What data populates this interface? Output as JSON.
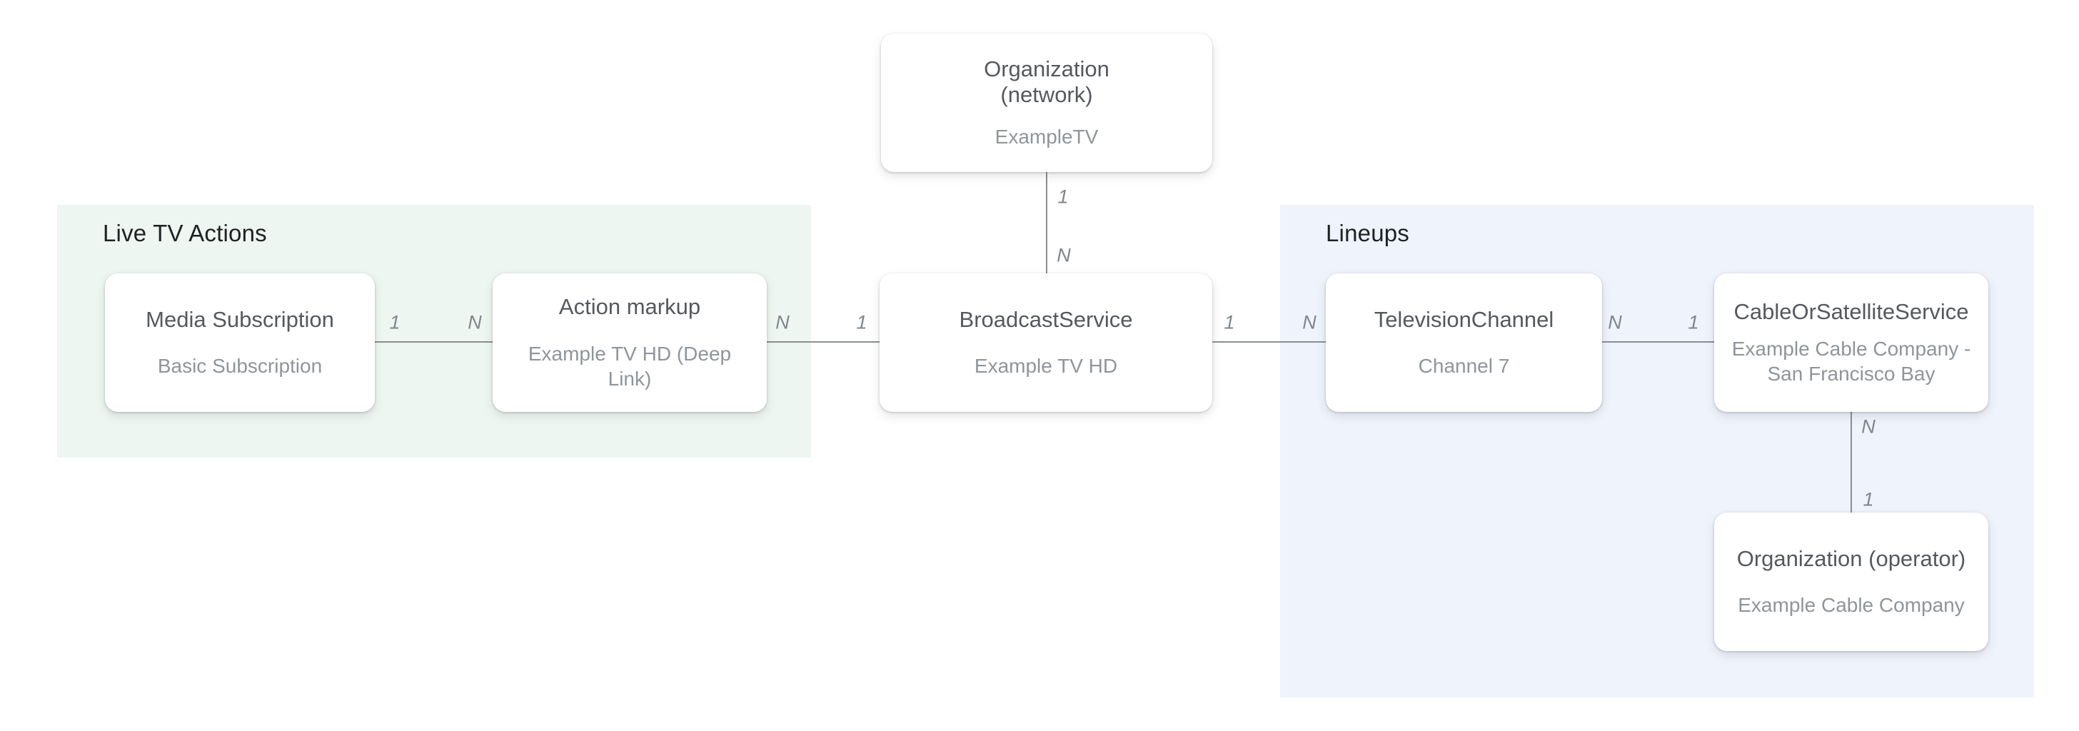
{
  "diagram": {
    "sections": [
      {
        "id": "live-tv-actions",
        "title": "Live TV Actions"
      },
      {
        "id": "lineups",
        "title": "Lineups"
      }
    ],
    "nodes": [
      {
        "id": "organization-network",
        "title_lines": [
          "Organization",
          "(network)"
        ],
        "subtitle": "ExampleTV"
      },
      {
        "id": "media-subscription",
        "title": "Media Subscription",
        "subtitle": "Basic Subscription"
      },
      {
        "id": "action-markup",
        "title": "Action markup",
        "subtitle": "Example TV HD (Deep Link)"
      },
      {
        "id": "broadcast-service",
        "title": "BroadcastService",
        "subtitle": "Example TV HD"
      },
      {
        "id": "television-channel",
        "title": "TelevisionChannel",
        "subtitle": "Channel 7"
      },
      {
        "id": "cable-or-satellite-service",
        "title": "CableOrSatelliteService",
        "subtitle": "Example Cable Company - San Francisco Bay"
      },
      {
        "id": "organization-operator",
        "title": "Organization (operator)",
        "subtitle": "Example Cable Company"
      }
    ],
    "edges": [
      {
        "id": "media-subscription--action-markup",
        "start_label": "1",
        "end_label": "N"
      },
      {
        "id": "action-markup--broadcast-service",
        "start_label": "N",
        "end_label": "1"
      },
      {
        "id": "organization-network--broadcast-service",
        "start_label": "1",
        "end_label": "N"
      },
      {
        "id": "broadcast-service--television-channel",
        "start_label": "1",
        "end_label": "N"
      },
      {
        "id": "television-channel--cable-or-satellite-service",
        "start_label": "N",
        "end_label": "1"
      },
      {
        "id": "cable-or-satellite-service--organization-operator",
        "start_label": "N",
        "end_label": "1"
      }
    ],
    "colors": {
      "live_tv_actions_panel_bg": "#EDF6F0",
      "lineups_panel_bg": "#EEF3FC",
      "connector_line": "#8A8F94",
      "node_title_text": "#55595E",
      "node_subtitle_text": "#8F959B",
      "section_title_text": "#1F2124",
      "cardinality_label_text": "#80868B",
      "card_bg": "#FFFFFF",
      "page_bg": "#FFFFFF"
    }
  }
}
